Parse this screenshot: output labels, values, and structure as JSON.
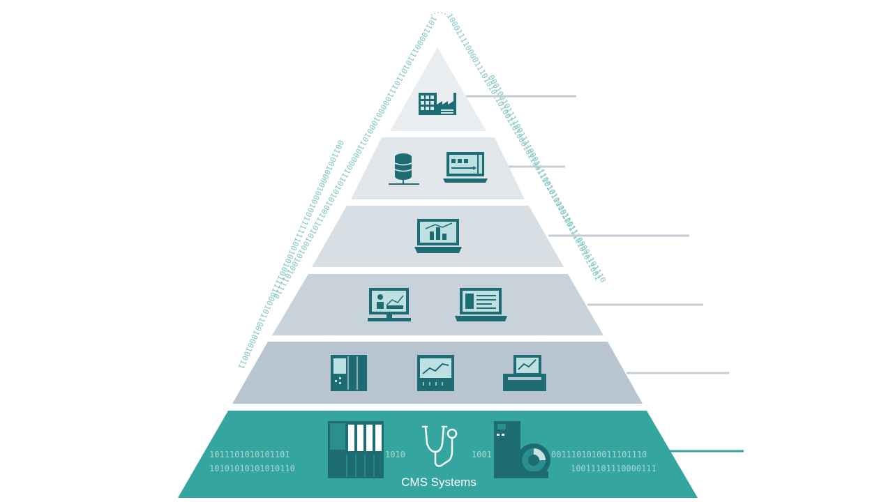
{
  "diagram": {
    "base_label": "CMS Systems",
    "binary_strings": {
      "outer_left": "1011000011101011011100000100010110000011101010100111010100101001011110",
      "outer_right": "1000111100001110101011010011010001011001110101100011011100001101110",
      "inner_left": "001100100001000100111111001001001111000101100100010011",
      "inner_right": "00010010111100111100011110010101101001110101011001",
      "base_left_top": "1011101010101101",
      "base_left_bottom": "10101010101010110",
      "base_mid_left": "1010",
      "base_mid_right": "1001",
      "base_right_top": "0011101010011101110",
      "base_right_bottom": "10011101110000111"
    },
    "tiers": [
      {
        "id": "tier-1",
        "icons": [
          "factory-building-icon"
        ]
      },
      {
        "id": "tier-2",
        "icons": [
          "database-icon",
          "logistics-laptop-icon"
        ]
      },
      {
        "id": "tier-3",
        "icons": [
          "analytics-laptop-icon"
        ]
      },
      {
        "id": "tier-4",
        "icons": [
          "hmi-monitor-icon",
          "document-laptop-icon"
        ]
      },
      {
        "id": "tier-5",
        "icons": [
          "controller-module-icon",
          "trend-panel-icon",
          "recorder-icon"
        ]
      },
      {
        "id": "tier-6",
        "icons": [
          "plc-rack-icon",
          "stethoscope-icon",
          "drive-motor-icon"
        ]
      }
    ],
    "colors": {
      "tier1": "#e9edf0",
      "tier2": "#e1e6ea",
      "tier3": "#d7dee4",
      "tier4": "#c8d2da",
      "tier5": "#b8c4cf",
      "base": "#35a59f",
      "icon": "#1d6b73",
      "binary": "#7fc4c0",
      "line": "#c3ccd4",
      "base_line": "#35a59f"
    }
  }
}
